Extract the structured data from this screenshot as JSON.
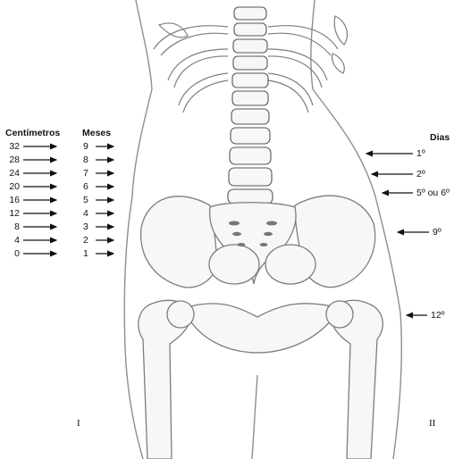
{
  "headers": {
    "centimeters": "Centímetros",
    "months": "Meses",
    "days": "Dias"
  },
  "centimeters": [
    "32",
    "28",
    "24",
    "20",
    "16",
    "12",
    "8",
    "4",
    "0"
  ],
  "months": [
    "9",
    "8",
    "7",
    "6",
    "5",
    "4",
    "3",
    "2",
    "1"
  ],
  "days": [
    "1º",
    "2º",
    "5º ou 6º",
    "9º",
    "12º"
  ],
  "panels": {
    "left": "I",
    "right": "II"
  },
  "colors": {
    "bone": "#f7f7f7",
    "outline": "#7d7d7d",
    "body_outline": "#8e8e8e",
    "text": "#111111"
  }
}
